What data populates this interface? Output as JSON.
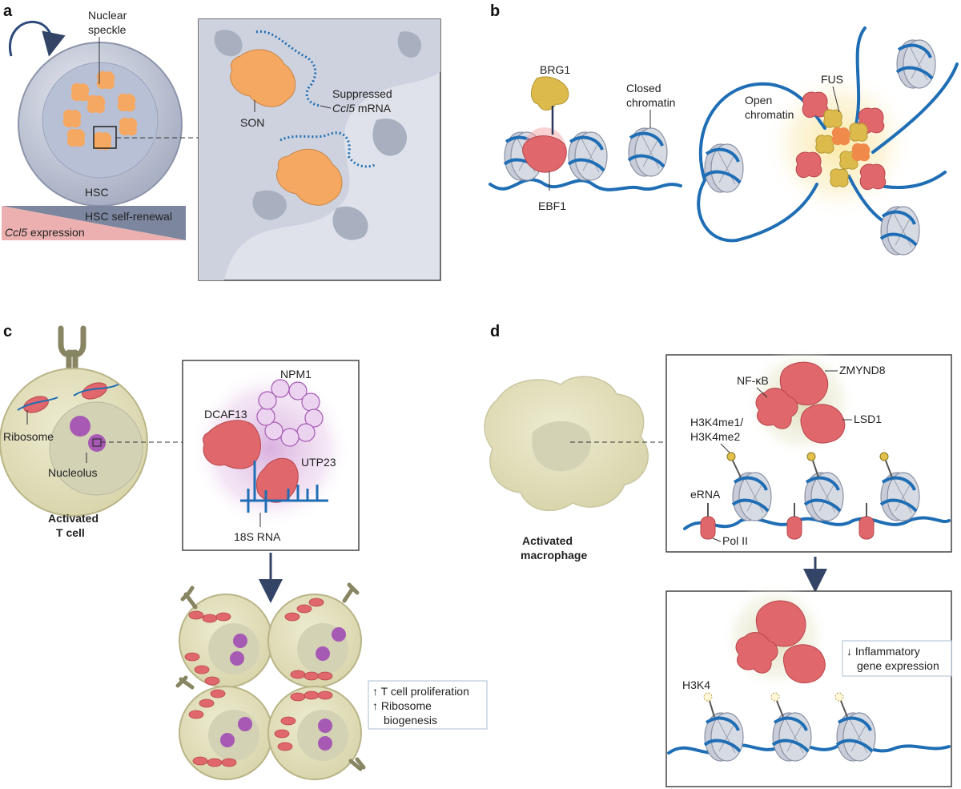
{
  "panel_letters": {
    "a": "a",
    "b": "b",
    "c": "c",
    "d": "d"
  },
  "panel_a": {
    "nuclear_speckle_line1": "Nuclear",
    "nuclear_speckle_line2": "speckle",
    "hsc": "HSC",
    "self_renewal": "HSC self-renewal",
    "ccl5_italic": "Ccl5",
    "expression": " expression",
    "suppressed_line1": "Suppressed",
    "suppressed_line2_italic": "Ccl5",
    "suppressed_line2_rest": " mRNA",
    "son": "SON"
  },
  "panel_b": {
    "brg1": "BRG1",
    "closed_line1": "Closed",
    "closed_line2": "chromatin",
    "ebf1": "EBF1",
    "fus": "FUS",
    "open_line1": "Open",
    "open_line2": "chromatin"
  },
  "panel_c": {
    "ribosome": "Ribosome",
    "nucleolus": "Nucleolus",
    "activated_line1": "Activated",
    "activated_line2": "T cell",
    "npm1": "NPM1",
    "dcaf13": "DCAF13",
    "utp23": "UTP23",
    "rna18s": "18S RNA",
    "outcome_line1": "↑ T cell proliferation",
    "outcome_line2": "↑ Ribosome",
    "outcome_line3": "biogenesis"
  },
  "panel_d": {
    "activated_line1": "Activated",
    "activated_line2": "macrophage",
    "nfkb": "NF-κB",
    "zmynd8": "ZMYND8",
    "lsd1": "LSD1",
    "h3k4me1": "H3K4me1/",
    "h3k4me2": "H3K4me2",
    "erna": "eRNA",
    "pol2": "Pol II",
    "h3k4": "H3K4",
    "outcome_line1": "↓ Inflammatory",
    "outcome_line2": "gene expression"
  },
  "colors": {
    "dna": "#1f6eb5",
    "speckle_orange": "#f5a862",
    "protein_red": "#e0676b",
    "brg1_yellow": "#dcbb4c",
    "nucleosome": "#c7ccd8",
    "cell_beige": "#e6e3c4",
    "nucleolus_purple": "#a65ab4"
  }
}
